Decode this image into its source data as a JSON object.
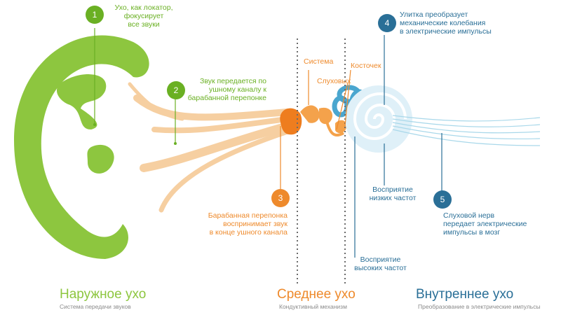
{
  "colors": {
    "outer": "#8dc63f",
    "middle": "#ee8a2c",
    "inner": "#2a6f97",
    "canal": "#f6cfa1",
    "cochlea": "#a9d8ea"
  },
  "steps": [
    {
      "num": "1",
      "text": "Ухо, как локатор,\nфокусирует\nвсе звуки"
    },
    {
      "num": "2",
      "text": "Звук передается по\nушному каналу к\nбарабанной перепонке"
    },
    {
      "num": "3",
      "text": "Барабанная перепонка\nвоспринимает звук\nв конце ушного канала"
    },
    {
      "num": "4",
      "text": "Улитка преобразует\nмеханические колебания\nв электрические импульсы"
    },
    {
      "num": "5",
      "text": "Слуховой нерв\nпередает электрические\nимпульсы в мозг"
    }
  ],
  "labels": {
    "ossicles_1": "Система",
    "ossicles_2": "Слуховых",
    "ossicles_3": "Косточек",
    "low_freq": "Восприятие\nнизких частот",
    "high_freq": "Восприятие\nвысоких частот"
  },
  "sections": [
    {
      "title": "Наружное ухо",
      "subtitle": "Система передачи звуков"
    },
    {
      "title": "Среднее ухо",
      "subtitle": "Кондуктивный механизм"
    },
    {
      "title": "Внутреннее ухо",
      "subtitle": "Преобразование в электрические импульсы"
    }
  ]
}
